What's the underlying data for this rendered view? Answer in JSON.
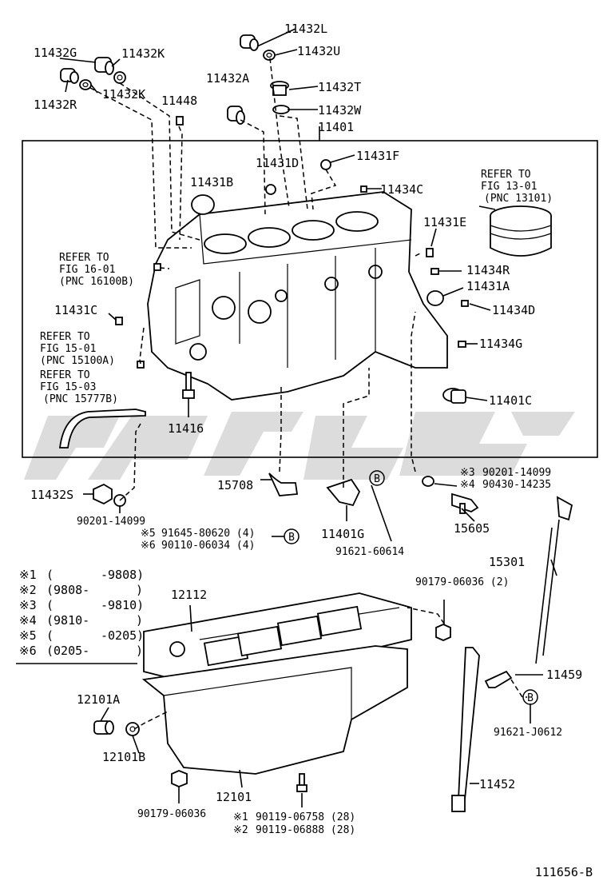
{
  "labels": {
    "p11432L": "11432L",
    "p11432U": "11432U",
    "p11432G": "11432G",
    "p11432K_top": "11432K",
    "p11432R": "11432R",
    "p11432K_bottom": "11432K",
    "p11432A": "11432A",
    "p11432T": "11432T",
    "p11448": "11448",
    "p11432W": "11432W",
    "p11401": "11401",
    "p11431F": "11431F",
    "p11431D": "11431D",
    "p11431B": "11431B",
    "p11434C": "11434C",
    "p11431E": "11431E",
    "p11434R": "11434R",
    "p11431A": "11431A",
    "p11431C": "11431C",
    "p11434D": "11434D",
    "p11434G": "11434G",
    "p11401C": "11401C",
    "p11416": "11416",
    "p11432S": "11432S",
    "p15708": "15708",
    "p11401G": "11401G",
    "p90201_14099_r": "90201-14099",
    "p90430_14235": "90430-14235",
    "p15605": "15605",
    "p90201_14099_l": "90201-14099",
    "p91621_60614": "91621-60614",
    "p15301": "15301",
    "p90179_06036_2": "90179-06036 (2)",
    "p12112": "12112",
    "p11459": "11459",
    "p91621_J0612": "91621-J0612",
    "p12101A": "12101A",
    "p12101B": "12101B",
    "p12101": "12101",
    "p11452": "11452",
    "p90179_06036": "90179-06036",
    "p90119_06758": "90119-06758 (28)",
    "p90119_06888": "90119-06888 (28)",
    "p91645_80620": "91645-80620 (4)",
    "p90110_06034": "90110-06034 (4)"
  },
  "refers": {
    "fig16": [
      "REFER TO",
      "FIG 16-01",
      "(PNC 16100B)"
    ],
    "fig15_01": [
      "REFER TO",
      "FIG 15-01",
      "(PNC 15100A)"
    ],
    "fig15_03": [
      "REFER TO",
      "FIG 15-03",
      "(PNC 15777B)"
    ],
    "fig13": [
      "REFER TO",
      "FIG 13-01",
      "(PNC 13101)"
    ]
  },
  "markers": {
    "note3": "※3",
    "note4": "※4",
    "note5": "※5",
    "note6": "※6",
    "note1": "※1",
    "note2": "※2",
    "callout_b": "B"
  },
  "notes": [
    {
      "mark": "※1",
      "from": "(",
      "to": "-9808)"
    },
    {
      "mark": "※2",
      "from": "(9808-",
      "to": ")"
    },
    {
      "mark": "※3",
      "from": "(",
      "to": "-9810)"
    },
    {
      "mark": "※4",
      "from": "(9810-",
      "to": ")"
    },
    {
      "mark": "※5",
      "from": "(",
      "to": "-0205)"
    },
    {
      "mark": "※6",
      "from": "(0205-",
      "to": ")"
    }
  ],
  "diagram_code": "111656-B"
}
